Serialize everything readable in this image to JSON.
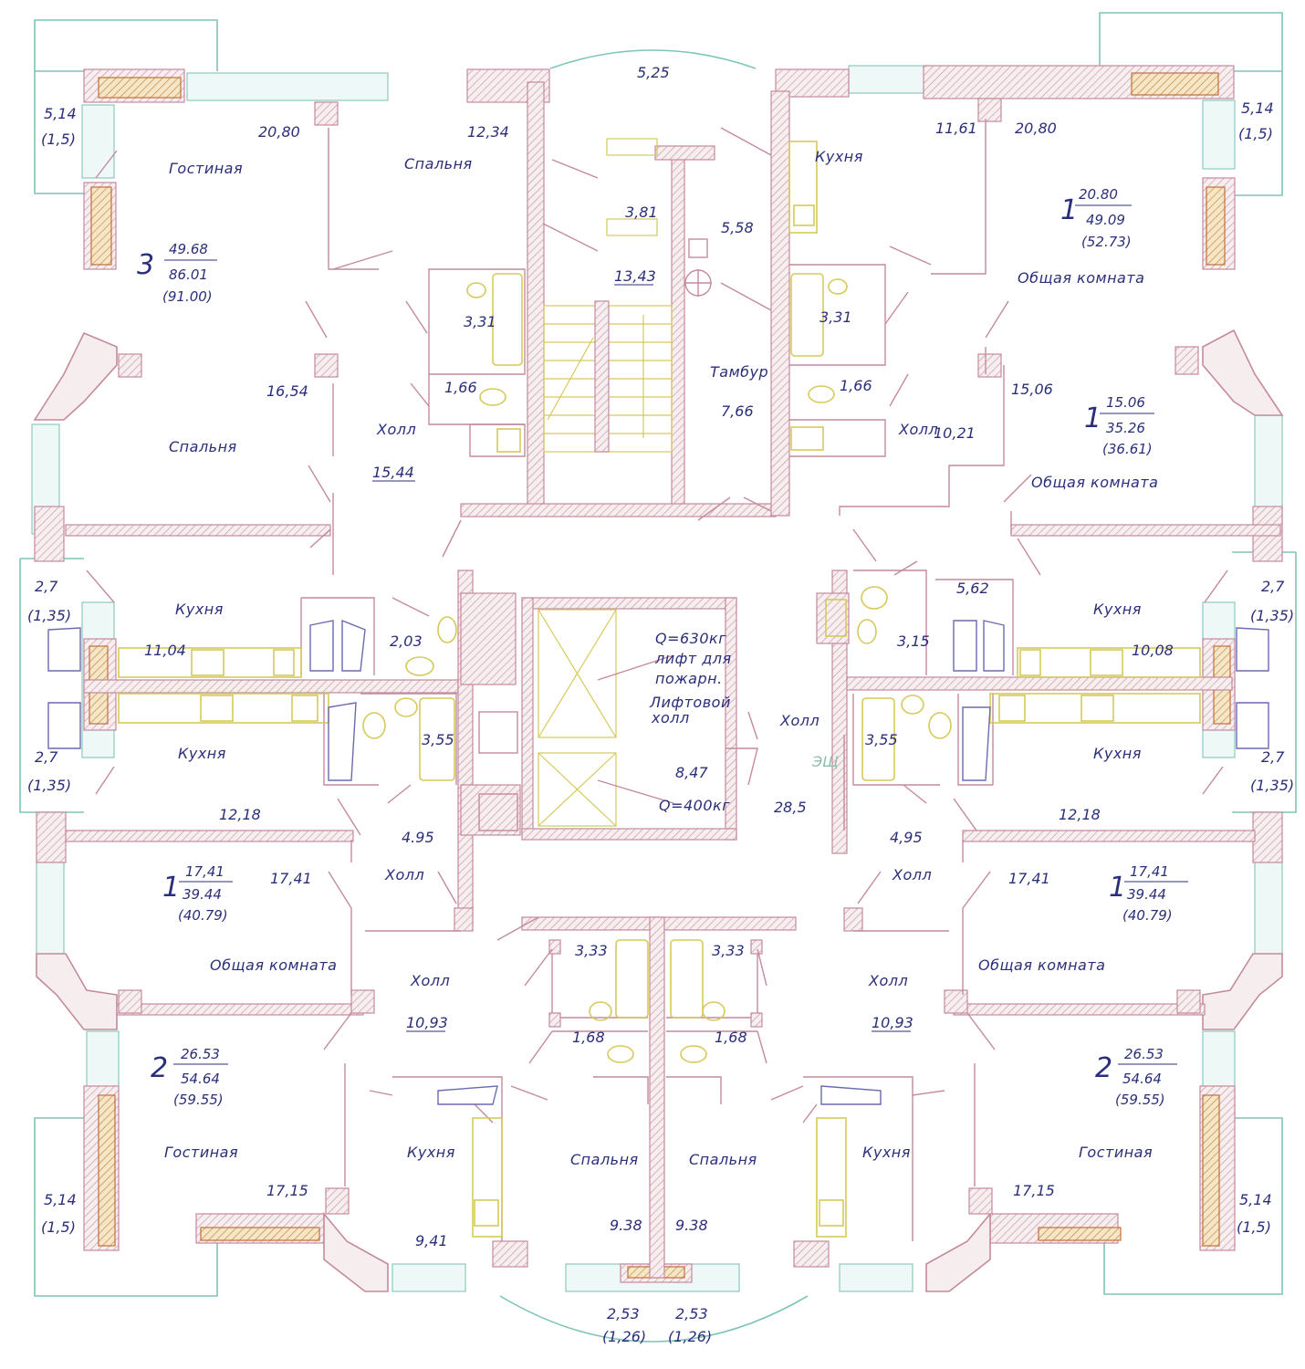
{
  "rooms": {
    "bal_tl_area": "5,14",
    "bal_tl_half": "(1,5)",
    "bal_tr_area": "5,14",
    "bal_tr_half": "(1,5)",
    "bal_ml1_area": "2,7",
    "bal_ml1_half": "(1,35)",
    "bal_ml2_area": "2,7",
    "bal_ml2_half": "(1,35)",
    "bal_mr1_area": "2,7",
    "bal_mr1_half": "(1,35)",
    "bal_mr2_area": "2,7",
    "bal_mr2_half": "(1,35)",
    "bal_bl_area": "5,14",
    "bal_bl_half": "(1,5)",
    "bal_br_area": "5,14",
    "bal_br_half": "(1,5)",
    "bal_bc1_area": "2,53",
    "bal_bc1_half": "(1,26)",
    "bal_bc2_area": "2,53",
    "bal_bc2_half": "(1,26)",
    "bay_top": "5,25",
    "a3_living": "Гостиная",
    "a3_living_area": "20,80",
    "a3_bed1": "Спальня",
    "a3_bed1_area": "12,34",
    "a3_bed2": "Спальня",
    "a3_bed2_area": "16,54",
    "a3_hall": "Холл",
    "a3_hall_area": "15,44",
    "a3_bath_area": "3,31",
    "a3_wc_area": "1,66",
    "a3_kitchen": "Кухня",
    "a3_kitchen_area": "11,04",
    "a3_corr_area": "2,03",
    "a3_num": "3",
    "a3_living_total": "49.68",
    "a3_total": "86.01",
    "a3_total_bal": "(91.00)",
    "core_vest1": "3,81",
    "core_stair": "13,43",
    "core_vest2": "5,58",
    "core_tambur": "Тамбур",
    "core_tambur_area": "7,66",
    "lift1": "Q=630кг",
    "lift1b": "лифт для",
    "lift1c": "пожарн.",
    "lift_hall": "Лифтовой",
    "lift_hall2": "холл",
    "lift_hall_area": "8,47",
    "lift2": "Q=400кг",
    "main_hall": "Холл",
    "main_hall_area": "28,5",
    "esh": "ЭЩ",
    "a1a_kitchen": "Кухня",
    "a1a_kitchen_area": "11,61",
    "a1a_room_area": "20,80",
    "a1a_num": "1",
    "a1a_living": "20.80",
    "a1a_total": "49.09",
    "a1a_total_bal": "(52.73)",
    "a1a_room": "Общая комната",
    "a1a_bath_area": "3,31",
    "a1a_wc_area": "1,66",
    "a1a_hall": "Холл",
    "a1a_hall_area": "10,21",
    "a1b_room_area": "15,06",
    "a1b_num": "1",
    "a1b_living": "15.06",
    "a1b_total": "35.26",
    "a1b_total_bal": "(36.61)",
    "a1b_room": "Общая комната",
    "a1b_bath_area": "3,15",
    "a1b_hall_area": "5,62",
    "a1b_kitchen": "Кухня",
    "a1b_kitchen_area": "10,08",
    "a1l_kitchen": "Кухня",
    "a1l_kitchen_area": "12,18",
    "a1l_bath_area": "3,55",
    "a1l_hall": "Холл",
    "a1l_hall_area": "4.95",
    "a1l_num": "1",
    "a1l_living": "17,41",
    "a1l_total": "39.44",
    "a1l_total_bal": "(40.79)",
    "a1l_room_area": "17,41",
    "a1l_room": "Общая комната",
    "a1r_kitchen": "Кухня",
    "a1r_kitchen_area": "12,18",
    "a1r_bath_area": "3,55",
    "a1r_hall": "Холл",
    "a1r_hall_area": "4,95",
    "a1r_num": "1",
    "a1r_living": "17,41",
    "a1r_total": "39.44",
    "a1r_total_bal": "(40.79)",
    "a1r_room_area": "17,41",
    "a1r_room": "Общая комната",
    "a2l_hall": "Холл",
    "a2l_hall_area": "10,93",
    "a2l_bath_area": "3,33",
    "a2l_wc_area": "1,68",
    "a2l_num": "2",
    "a2l_living": "26.53",
    "a2l_total": "54.64",
    "a2l_total_bal": "(59.55)",
    "a2l_living_room": "Гостиная",
    "a2l_living_area": "17,15",
    "a2l_kitchen": "Кухня",
    "a2l_kitchen_area": "9,41",
    "a2l_bed": "Спальня",
    "a2l_bed_area": "9.38",
    "a2r_hall": "Холл",
    "a2r_hall_area": "10,93",
    "a2r_bath_area": "3,33",
    "a2r_wc_area": "1,68",
    "a2r_num": "2",
    "a2r_living": "26.53",
    "a2r_total": "54.64",
    "a2r_total_bal": "(59.55)",
    "a2r_living_room": "Гостиная",
    "a2r_living_area": "17,15",
    "a2r_kitchen": "Кухня",
    "a2r_bed": "Спальня",
    "a2r_bed_area": "9.38"
  }
}
